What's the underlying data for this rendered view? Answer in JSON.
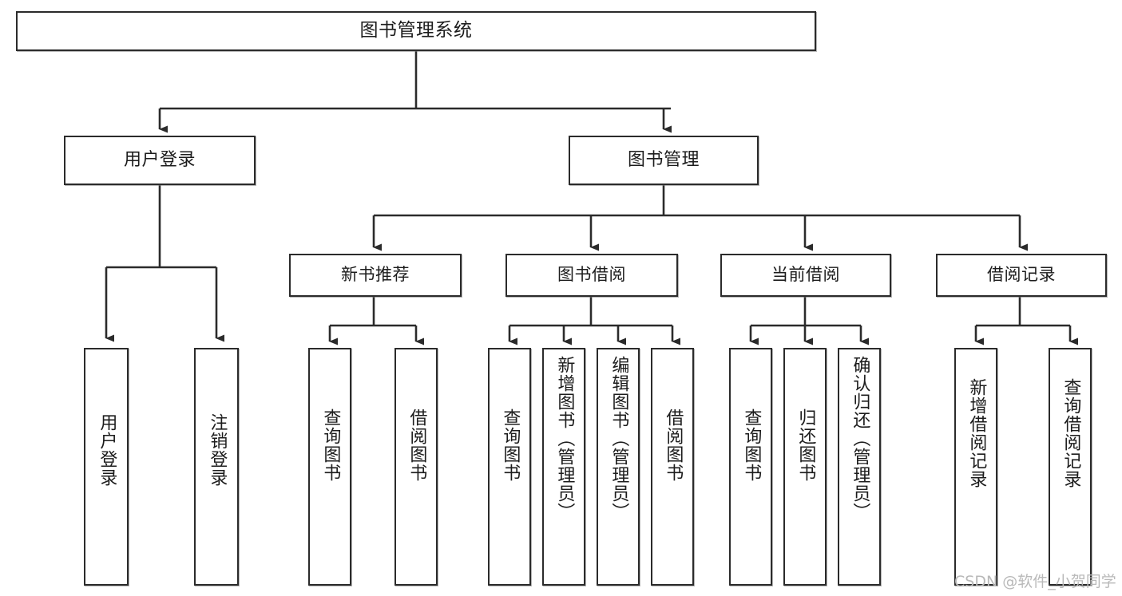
{
  "diagram": {
    "type": "tree",
    "title": "图书管理系统",
    "colors": {
      "background": "#ffffff",
      "box_border": "#2b2b2b",
      "box_fill": "#ffffff",
      "edge": "#2b2b2b",
      "text": "#1c1c1c",
      "watermark": "#b9b9b9"
    },
    "root": {
      "label": "图书管理系统"
    },
    "level1": [
      {
        "label": "用户登录"
      },
      {
        "label": "图书管理"
      }
    ],
    "level2": [
      {
        "label": "新书推荐"
      },
      {
        "label": "图书借阅"
      },
      {
        "label": "当前借阅"
      },
      {
        "label": "借阅记录"
      }
    ],
    "leaves": {
      "user_login": [
        {
          "label": "用户登录"
        },
        {
          "label": "注销登录"
        }
      ],
      "new_book": [
        {
          "label": "查询图书"
        },
        {
          "label": "借阅图书"
        }
      ],
      "book_borrow": [
        {
          "label": "查询图书"
        },
        {
          "label": "新增图书（管理员）"
        },
        {
          "label": "编辑图书（管理员）"
        },
        {
          "label": "借阅图书"
        }
      ],
      "current_borrow": [
        {
          "label": "查询图书"
        },
        {
          "label": "归还图书"
        },
        {
          "label": "确认归还（管理员）"
        }
      ],
      "borrow_record": [
        {
          "label": "新增借阅记录"
        },
        {
          "label": "查询借阅记录"
        }
      ]
    }
  },
  "watermark": {
    "text": "CSDN @软件_小贺同学"
  }
}
